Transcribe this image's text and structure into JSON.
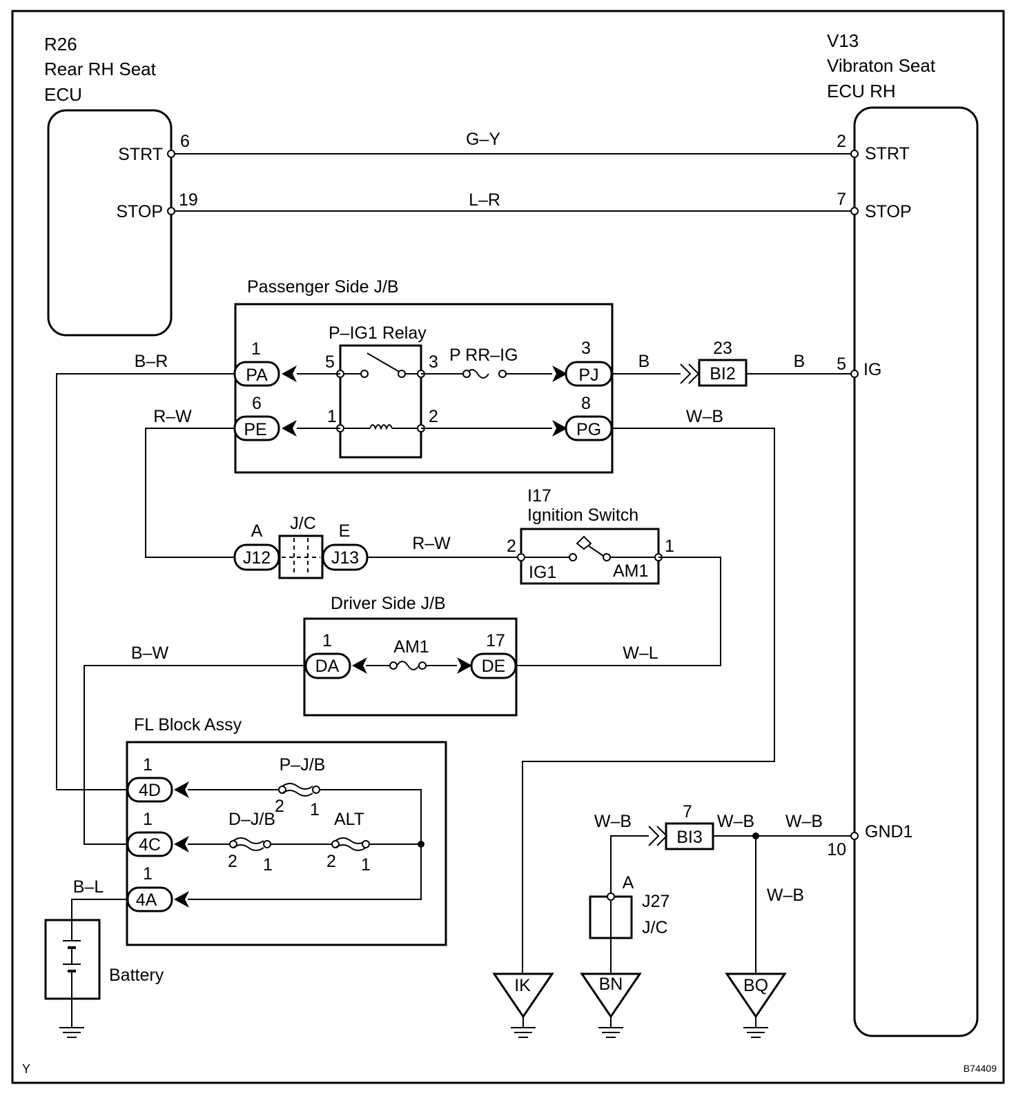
{
  "components": {
    "r26": {
      "code": "R26",
      "name1": "Rear RH Seat",
      "name2": "ECU",
      "pin_strt": "STRT",
      "pin_stop": "STOP",
      "num_strt": "6",
      "num_stop": "19"
    },
    "v13": {
      "code": "V13",
      "name1": "Vibraton Seat",
      "name2": "ECU RH",
      "pin_strt": "STRT",
      "pin_stop": "STOP",
      "pin_ig": "IG",
      "pin_gnd": "GND1",
      "num_strt": "2",
      "num_stop": "7",
      "num_ig": "5",
      "num_gnd": "10"
    },
    "pjb": {
      "title": "Passenger Side J/B",
      "relay": "P–IG1 Relay",
      "fuse": "P RR–IG",
      "pa": "PA",
      "pe": "PE",
      "pj": "PJ",
      "pg": "PG",
      "pa_pin": "1",
      "pe_pin": "6",
      "pj_pin": "3",
      "pg_pin": "8",
      "r5": "5",
      "r3": "3",
      "r1": "1",
      "r2": "2"
    },
    "bi2": {
      "label": "BI2",
      "pin": "23"
    },
    "jc": {
      "label": "J/C",
      "j12": "J12",
      "j13": "J13",
      "a": "A",
      "e": "E"
    },
    "i17": {
      "code": "I17",
      "name": "Ignition Switch",
      "ig1": "IG1",
      "am1": "AM1",
      "p2": "2",
      "p1": "1"
    },
    "djb": {
      "title": "Driver Side J/B",
      "da": "DA",
      "de": "DE",
      "fuse": "AM1",
      "da_pin": "1",
      "de_pin": "17"
    },
    "fl": {
      "title": "FL Block Assy",
      "c4d": "4D",
      "c4c": "4C",
      "c4a": "4A",
      "p4d": "1",
      "p4c": "1",
      "p4a": "1",
      "pjb_fuse": "P–J/B",
      "djb_fuse": "D–J/B",
      "alt_fuse": "ALT",
      "f2": "2",
      "f1": "1"
    },
    "bi3": {
      "label": "BI3",
      "pin": "7"
    },
    "j27": {
      "code": "J27",
      "name": "J/C",
      "pin": "A"
    },
    "battery": {
      "label": "Battery"
    },
    "grounds": [
      "IK",
      "BN",
      "BQ"
    ],
    "footer": {
      "left": "Y",
      "right": "B74409"
    }
  },
  "wires": {
    "gy": "G–Y",
    "lr": "L–R",
    "br": "B–R",
    "rw1": "R–W",
    "b1": "B",
    "b2": "B",
    "wb1": "W–B",
    "rw2": "R–W",
    "bw": "B–W",
    "wl": "W–L",
    "bl": "B–L",
    "wb2": "W–B",
    "wb3": "W–B",
    "wb4": "W–B",
    "wb5": "W–B"
  }
}
